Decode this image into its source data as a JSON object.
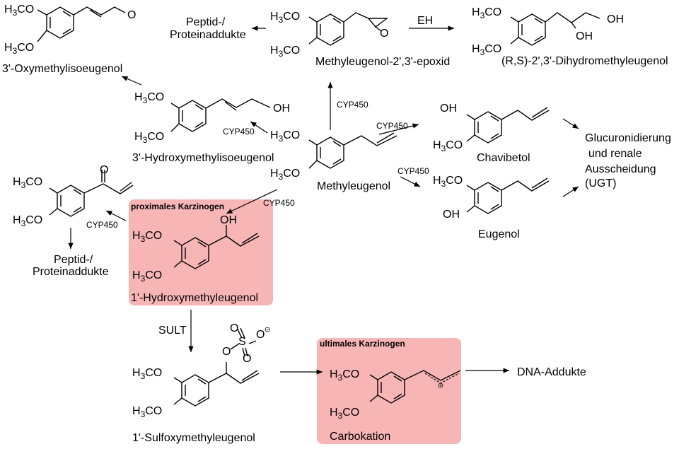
{
  "highlight_color": "#f7a8a8",
  "compounds": {
    "oxymethylisoeugenol": "3'-Oxymethylisoeugenol",
    "epoxid": "Methyleugenol-2',3'-epoxid",
    "dihydro": "(R,S)-2',3'-Dihydromethyleugenol",
    "hydroxymethylisoeugenol": "3'-Hydroxymethylisoeugenol",
    "methyleugenol": "Methyleugenol",
    "chavibetol": "Chavibetol",
    "eugenol": "Eugenol",
    "hydroxymethyleugenol": "1'-Hydroxymethyleugenol",
    "sulfoxymethyleugenol": "1'-Sulfoxymethyleugenol",
    "carbokation": "Carbokation"
  },
  "adducts": {
    "peptid_top_line1": "Peptid-/",
    "peptid_top_line2": "Proteinaddukte",
    "peptid_left_line1": "Peptid-/",
    "peptid_left_line2": "Proteinaddukte",
    "dna": "DNA-Addukte"
  },
  "excretion": {
    "line1": "Glucuronidierung",
    "line2": "und renale",
    "line3": "Ausscheidung",
    "line4": "(UGT)"
  },
  "boxes": {
    "proximal": "proximales Karzinogen",
    "ultimate": "ultimales Karzinogen"
  },
  "enzymes": {
    "cyp": "CYP450",
    "eh": "EH",
    "sult": "SULT"
  },
  "groups": {
    "methoxy_top": "H3CO",
    "methoxy_bottom": "H3CO",
    "oh": "OH",
    "o": "O",
    "s": "S"
  }
}
